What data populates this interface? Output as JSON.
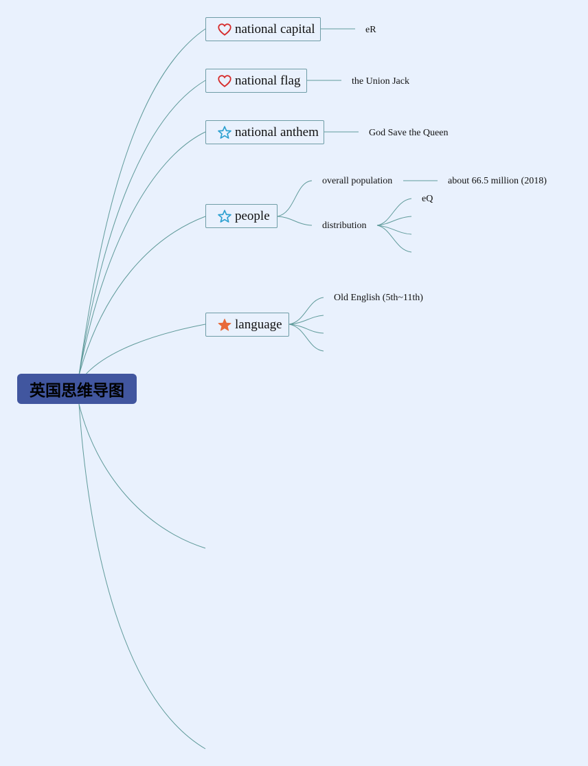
{
  "root": {
    "label": "英国思维导图"
  },
  "topics": {
    "capital": {
      "label": "national capital",
      "icon": "heart-icon",
      "icon_color": "#d62c2c"
    },
    "flag": {
      "label": "national flag",
      "icon": "heart-icon",
      "icon_color": "#d62c2c"
    },
    "anthem": {
      "label": "national anthem",
      "icon": "star-outline-icon",
      "icon_color": "#2a9fd0"
    },
    "people": {
      "label": "people",
      "icon": "star-outline-icon",
      "icon_color": "#2a9fd0"
    },
    "language": {
      "label": "language",
      "icon": "star-filled-icon",
      "icon_color": "#e86a3a"
    }
  },
  "leaves": {
    "capital_value": "eR",
    "flag_value": "the Union Jack",
    "anthem_value": "God Save the Queen",
    "overall_population": "overall population",
    "population_value": "about 66.5 million (2018)",
    "distribution": "distribution",
    "distribution_first": "eQ",
    "old_english": "Old English (5th~11th)"
  },
  "colors": {
    "background": "#e9f1fd",
    "root_fill": "#41569f",
    "line": "#5f9a9a",
    "topic_border": "#6e9ca6"
  }
}
